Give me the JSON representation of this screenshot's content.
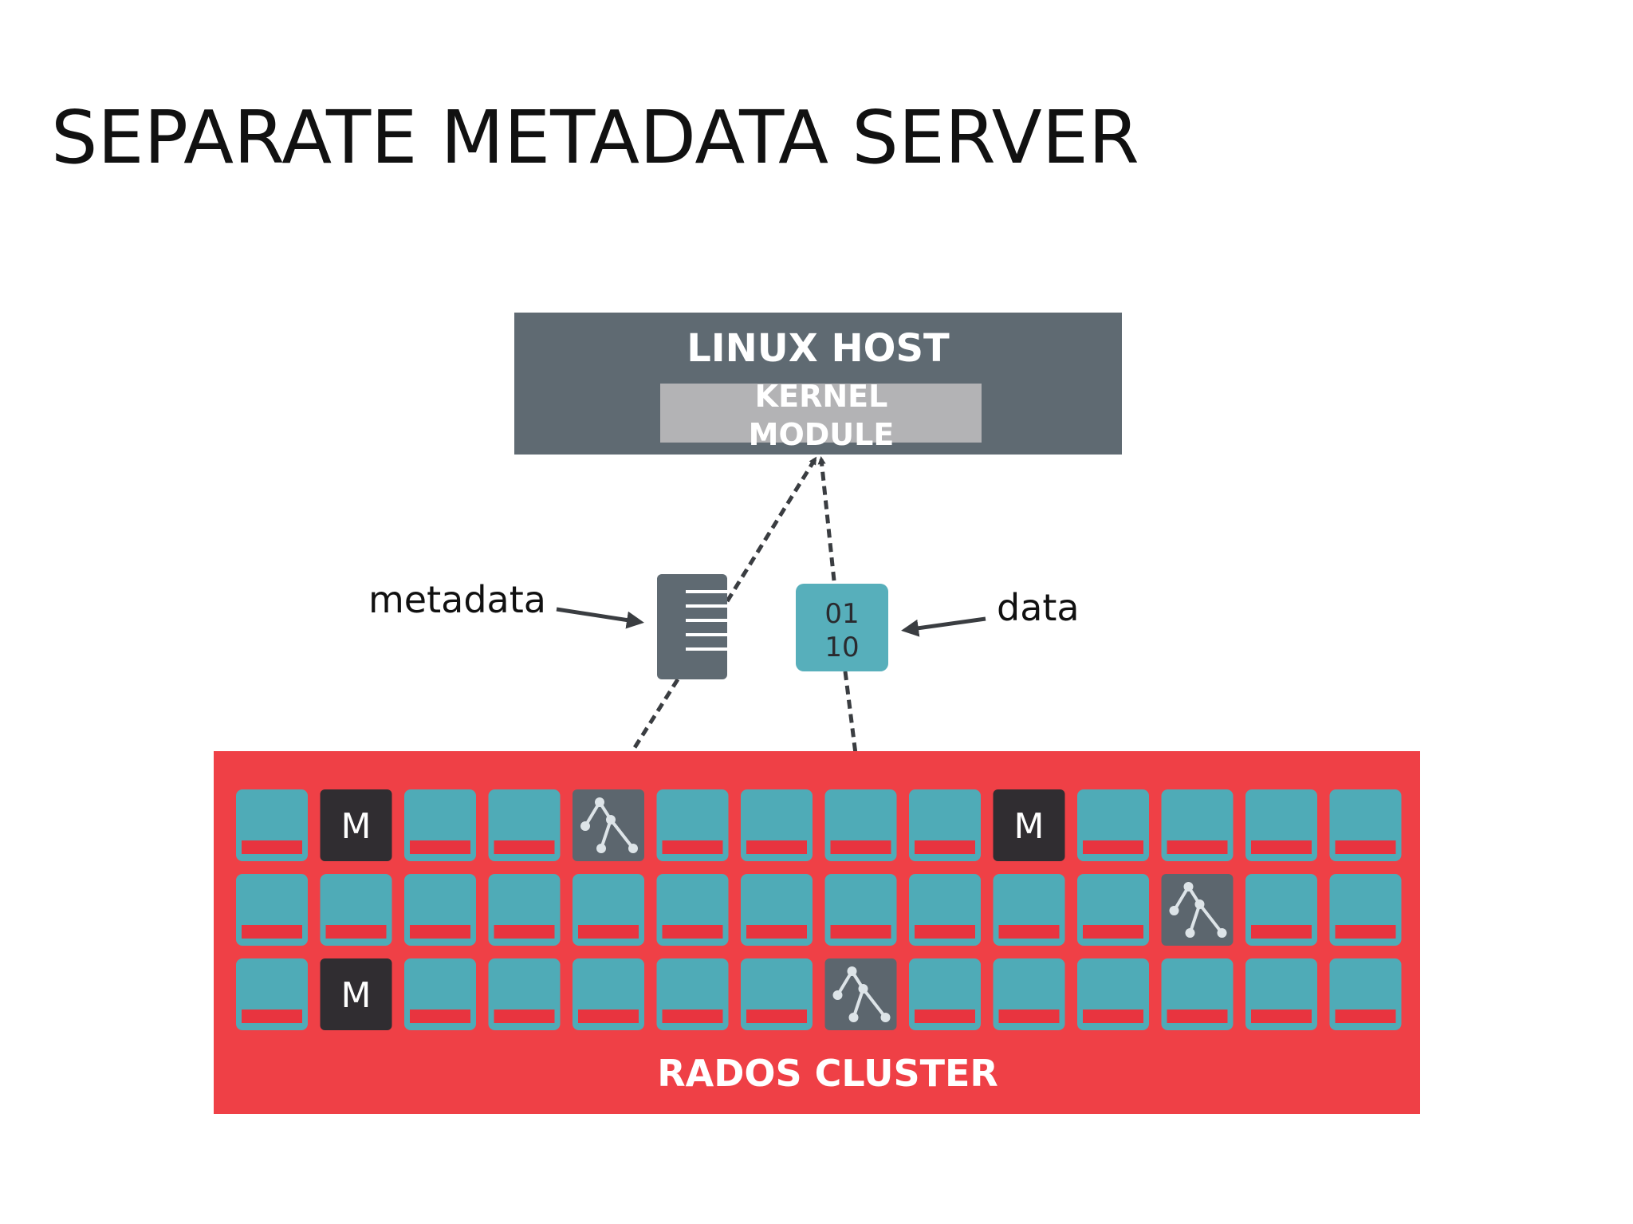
{
  "slide": {
    "title": "SEPARATE METADATA SERVER"
  },
  "host": {
    "title": "LINUX HOST",
    "module_line1": "KERNEL",
    "module_line2": "MODULE"
  },
  "labels": {
    "metadata": "metadata",
    "data": "data"
  },
  "data_chip": {
    "line1": "01",
    "line2": "10"
  },
  "cluster": {
    "label": "RADOS CLUSTER",
    "monitor_letter": "M",
    "rows": [
      [
        "osd",
        "mon",
        "osd",
        "osd",
        "mds",
        "osd",
        "osd",
        "osd",
        "osd",
        "mon",
        "osd",
        "osd",
        "osd",
        "osd"
      ],
      [
        "osd",
        "osd",
        "osd",
        "osd",
        "osd",
        "osd",
        "osd",
        "osd",
        "osd",
        "osd",
        "osd",
        "mds",
        "osd",
        "osd"
      ],
      [
        "osd",
        "mon",
        "osd",
        "osd",
        "osd",
        "osd",
        "osd",
        "mds",
        "osd",
        "osd",
        "osd",
        "osd",
        "osd",
        "osd"
      ]
    ]
  },
  "colors": {
    "host_bg": "#5f6a72",
    "module_bg": "#b3b3b5",
    "cluster_bg": "#ef4046",
    "osd_teal": "#4fabb7",
    "osd_stripe": "#e8343f",
    "monitor": "#302d31",
    "mds": "#5c666e",
    "arrow": "#3a3d41"
  },
  "icons": {
    "metadata_doc": "document-icon",
    "mds": "tree-hierarchy-icon"
  }
}
